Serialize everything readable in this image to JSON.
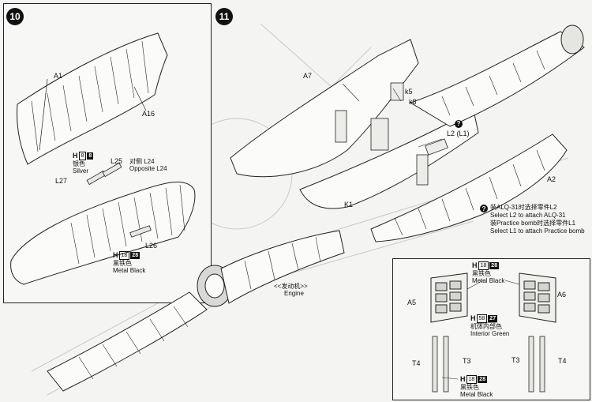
{
  "steps": {
    "left": "10",
    "right": "11"
  },
  "left_panel": {
    "labels": {
      "a1": "A1",
      "a16": "A16",
      "l25": "L25",
      "l27": "L27",
      "l26": "L26"
    },
    "opposite_cn": "对侧 L24",
    "opposite_en": "Opposite L24",
    "paint_silver": {
      "prefix": "H",
      "code": "8",
      "badge": "8",
      "cn": "银色",
      "en": "Silver"
    },
    "paint_black": {
      "prefix": "H",
      "code": "18",
      "badge": "28",
      "cn": "黑铁色",
      "en": "Metal  Black"
    }
  },
  "right_panel": {
    "labels": {
      "a7": "A7",
      "k5": "k5",
      "k8": "k8",
      "l2": "L2 (L1)",
      "a2": "A2",
      "k1": "K1"
    },
    "engine_cn": "<<发动机>>",
    "engine_en": "Engine",
    "note_icon": "?",
    "note_lines": [
      "装ALQ-31时选择零件L2",
      "Select L2 to attach ALQ-31",
      "装Practice bomb时选择零件L1",
      "Select L1 to attach Practice bomb"
    ]
  },
  "inset_panel": {
    "labels": {
      "a5": "A5",
      "a6": "A6",
      "t4_left": "T4",
      "t3_left": "T3",
      "t3_right": "T3",
      "t4_right": "T4"
    },
    "paint_top": {
      "prefix": "H",
      "code": "18",
      "badge": "28",
      "cn": "黑铁色",
      "en": "Metal  Black"
    },
    "paint_mid": {
      "prefix": "H",
      "code": "58",
      "badge": "27",
      "cn": "机体内部色",
      "en": "Interior Green"
    },
    "paint_bottom": {
      "prefix": "H",
      "code": "18",
      "badge": "28",
      "cn": "黑铁色",
      "en": "Metal  Black"
    }
  }
}
